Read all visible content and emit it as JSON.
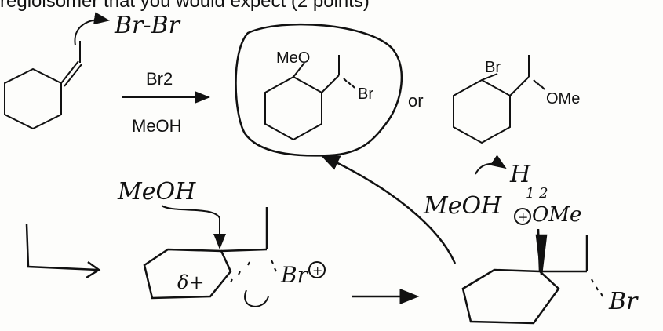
{
  "header": {
    "cutoff_text": "regioisomer that you would expect (2 points)"
  },
  "reagents": {
    "above_arrow": "Br2",
    "below_arrow": "MeOH"
  },
  "products": {
    "circled": {
      "substituent_top": "MeO",
      "substituent_side": "Br"
    },
    "or_text": "or",
    "alternative": {
      "substituent_top": "Br",
      "substituent_side": "OMe"
    }
  },
  "handwritten": {
    "dibromine": "Br-Br",
    "methanol_left": "MeOH",
    "partial_positive": "δ+",
    "bromine_ion": "Br",
    "plus_charge": "+",
    "methanol_right": "MeOH",
    "proton": "H",
    "proton_pair": "1 2",
    "oxonium_charge": "+",
    "oxonium_oxygen": "OMe",
    "final_bromine": "Br"
  }
}
